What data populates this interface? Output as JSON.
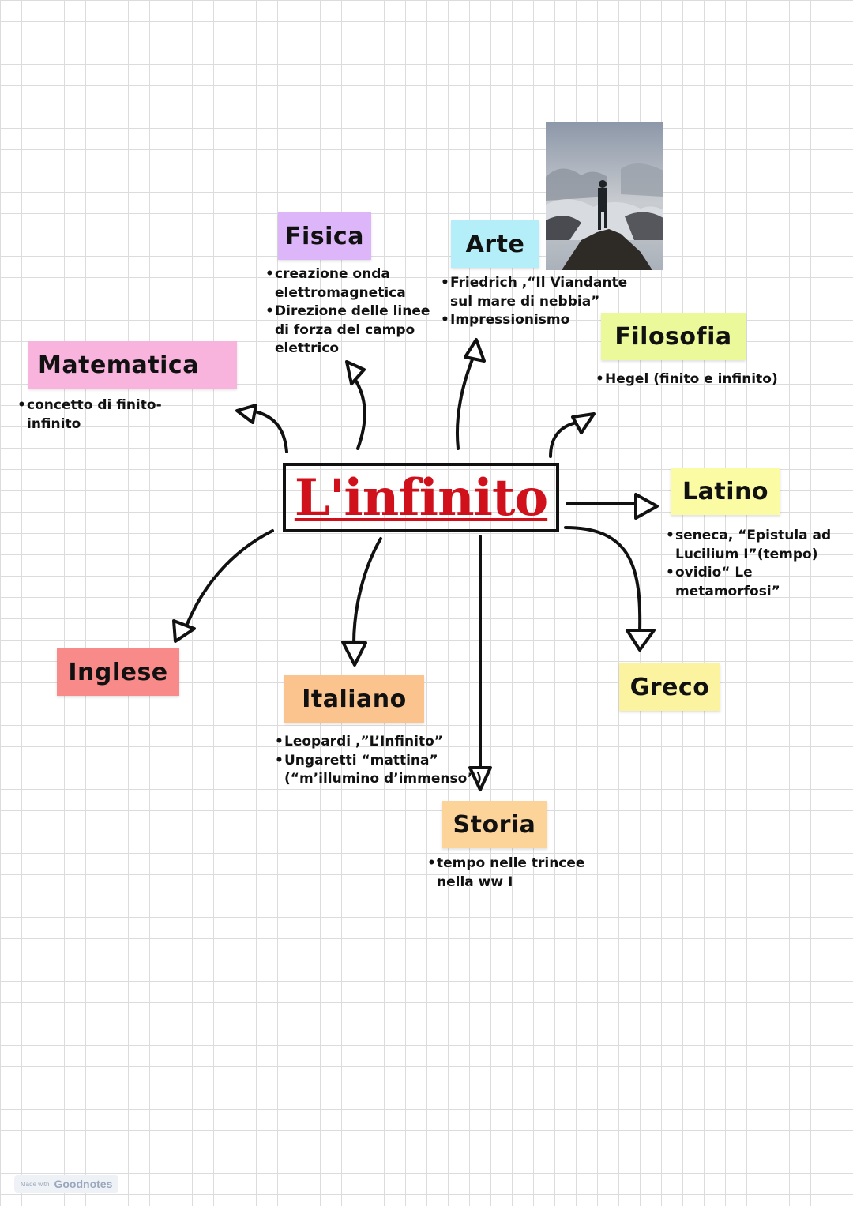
{
  "title": "L'infinito",
  "colors": {
    "title": "#d0101a",
    "matematica": "#f8b4dd",
    "fisica": "#dcb6f8",
    "arte": "#b4eef8",
    "filosofia": "#ecf99a",
    "latino": "#fbfba4",
    "greco": "#fbf3a0",
    "inglese": "#f88a8a",
    "italiano": "#fbc38e",
    "storia": "#fcd399"
  },
  "subjects": {
    "matematica": {
      "label": "Matematica",
      "notes": [
        "concetto di finito-\ninfinito"
      ]
    },
    "fisica": {
      "label": "Fisica",
      "notes": [
        "creazione onda\nelettromagnetica",
        "Direzione delle linee\ndi forza del campo\nelettrico"
      ]
    },
    "arte": {
      "label": "Arte",
      "notes": [
        "Friedrich ,“Il Viandante\nsul mare di nebbia”",
        "Impressionismo"
      ]
    },
    "filosofia": {
      "label": "Filosofia",
      "notes": [
        "Hegel (finito e infinito)"
      ]
    },
    "latino": {
      "label": "Latino",
      "notes": [
        "seneca, “Epistula ad\nLucilium I”(tempo)",
        "ovidio“ Le\nmetamorfosi”"
      ]
    },
    "greco": {
      "label": "Greco",
      "notes": []
    },
    "inglese": {
      "label": "Inglese",
      "notes": []
    },
    "italiano": {
      "label": "Italiano",
      "notes": [
        "Leopardi ,”L’Infinito”",
        "Ungaretti “mattina”\n(“m’illumino d’immenso”)"
      ]
    },
    "storia": {
      "label": "Storia",
      "notes": [
        "tempo nelle trincee\nnella ww I"
      ]
    }
  },
  "watermark": {
    "small": "Made with",
    "brand": "Goodnotes"
  }
}
